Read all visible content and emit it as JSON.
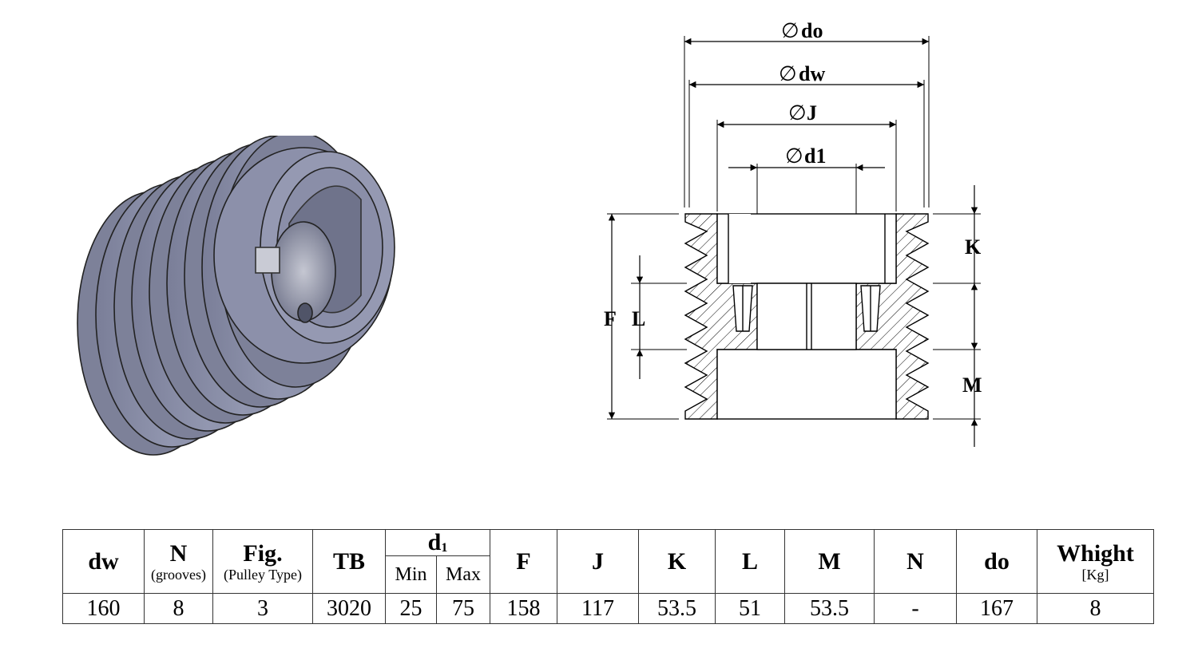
{
  "dimensions": {
    "do": "do",
    "dw": "dw",
    "J": "J",
    "d1": "d1",
    "F": "F",
    "L": "L",
    "K": "K",
    "M": "M",
    "diameter_symbol": "∅"
  },
  "table": {
    "headers": {
      "dw": "dw",
      "N_grooves": "N",
      "N_grooves_sub": "(grooves)",
      "fig": "Fig.",
      "fig_sub": "(Pulley Type)",
      "tb": "TB",
      "d1_main": "d",
      "d1_sub": "1",
      "min": "Min",
      "max": "Max",
      "F": "F",
      "J": "J",
      "K": "K",
      "L": "L",
      "M": "M",
      "N": "N",
      "do": "do",
      "weight": "Whight",
      "weight_sub": "[Kg]"
    },
    "row": {
      "dw": "160",
      "N_grooves": "8",
      "fig": "3",
      "tb": "3020",
      "min": "25",
      "max": "75",
      "F": "158",
      "J": "117",
      "K": "53.5",
      "L": "51",
      "M": "53.5",
      "N": "-",
      "do": "167",
      "weight": "8"
    }
  },
  "colors": {
    "pulley_body": "#8a8ea8",
    "pulley_dark": "#5f637c",
    "pulley_light": "#a9adc4",
    "line": "#000000"
  }
}
